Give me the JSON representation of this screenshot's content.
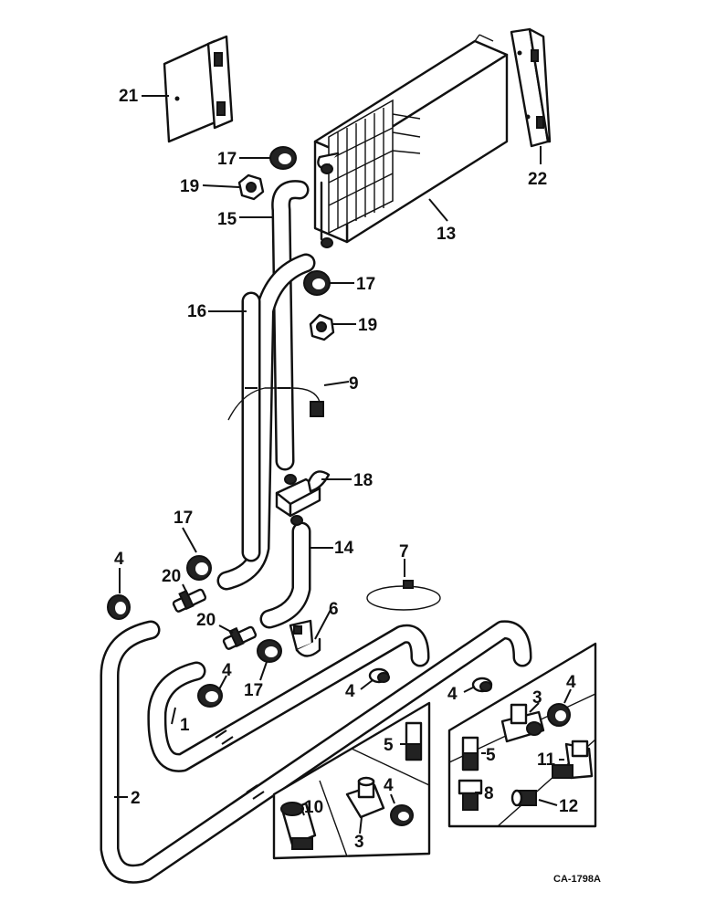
{
  "diagram_code": "CA-1798A",
  "callouts": [
    {
      "id": "c21",
      "label": "21"
    },
    {
      "id": "c22",
      "label": "22"
    },
    {
      "id": "c13",
      "label": "13"
    },
    {
      "id": "c17a",
      "label": "17"
    },
    {
      "id": "c19a",
      "label": "19"
    },
    {
      "id": "c15",
      "label": "15"
    },
    {
      "id": "c17b",
      "label": "17"
    },
    {
      "id": "c19b",
      "label": "19"
    },
    {
      "id": "c16",
      "label": "16"
    },
    {
      "id": "c9",
      "label": "9"
    },
    {
      "id": "c18",
      "label": "18"
    },
    {
      "id": "c17c",
      "label": "17"
    },
    {
      "id": "c14",
      "label": "14"
    },
    {
      "id": "c4a",
      "label": "4"
    },
    {
      "id": "c20a",
      "label": "20"
    },
    {
      "id": "c7",
      "label": "7"
    },
    {
      "id": "c20b",
      "label": "20"
    },
    {
      "id": "c6",
      "label": "6"
    },
    {
      "id": "c4b",
      "label": "4"
    },
    {
      "id": "c17d",
      "label": "17"
    },
    {
      "id": "c4c",
      "label": "4"
    },
    {
      "id": "c4d",
      "label": "4"
    },
    {
      "id": "c3a",
      "label": "3"
    },
    {
      "id": "c4e",
      "label": "4"
    },
    {
      "id": "c1",
      "label": "1"
    },
    {
      "id": "c5a",
      "label": "5"
    },
    {
      "id": "c5b",
      "label": "5"
    },
    {
      "id": "c11",
      "label": "11"
    },
    {
      "id": "c2",
      "label": "2"
    },
    {
      "id": "c10",
      "label": "10"
    },
    {
      "id": "c4f",
      "label": "4"
    },
    {
      "id": "c8",
      "label": "8"
    },
    {
      "id": "c12",
      "label": "12"
    },
    {
      "id": "c3b",
      "label": "3"
    }
  ]
}
